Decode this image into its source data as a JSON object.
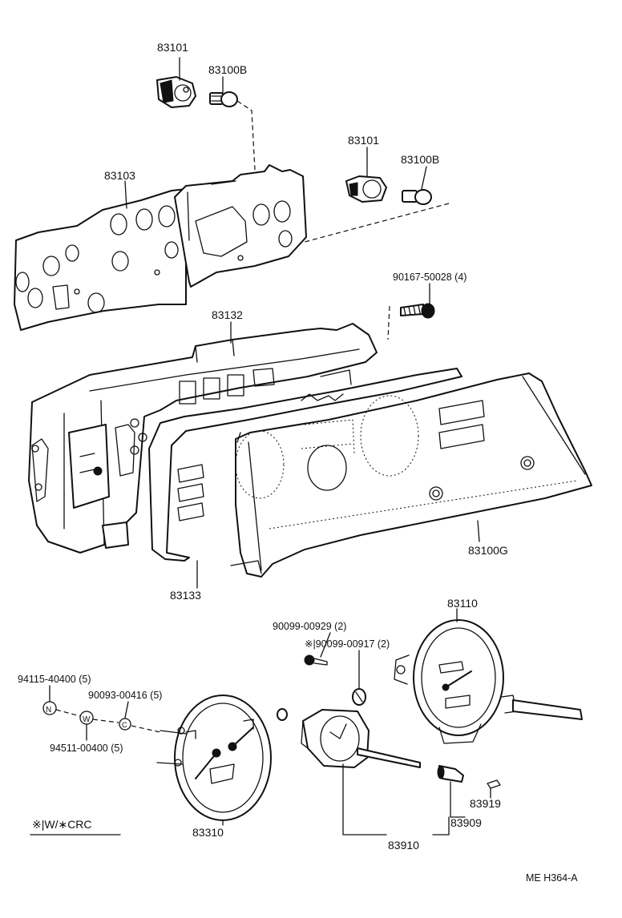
{
  "diagram": {
    "labels": {
      "p83101_a": "83101",
      "p83100b_a": "83100B",
      "p83101_b": "83101",
      "p83100b_b": "83100B",
      "p83103": "83103",
      "p90167": "90167-50028 (4)",
      "p83132": "83132",
      "p83100g": "83100G",
      "p83133": "83133",
      "p83110": "83110",
      "p90099_929": "90099-00929 (2)",
      "p90099_917": "※|90099-00917 (2)",
      "p94115": "94115-40400 (5)",
      "p90093": "90093-00416 (5)",
      "p94511": "94511-00400 (5)",
      "p83310": "83310",
      "p83919": "83919",
      "p83909": "83909",
      "p83910": "83910",
      "legend": "※|W/∗CRC",
      "ref_code": "ME  H364-A"
    },
    "part_marks": {
      "nut_letter": "N",
      "washer_letter": "W",
      "clip_letter": "C"
    }
  }
}
